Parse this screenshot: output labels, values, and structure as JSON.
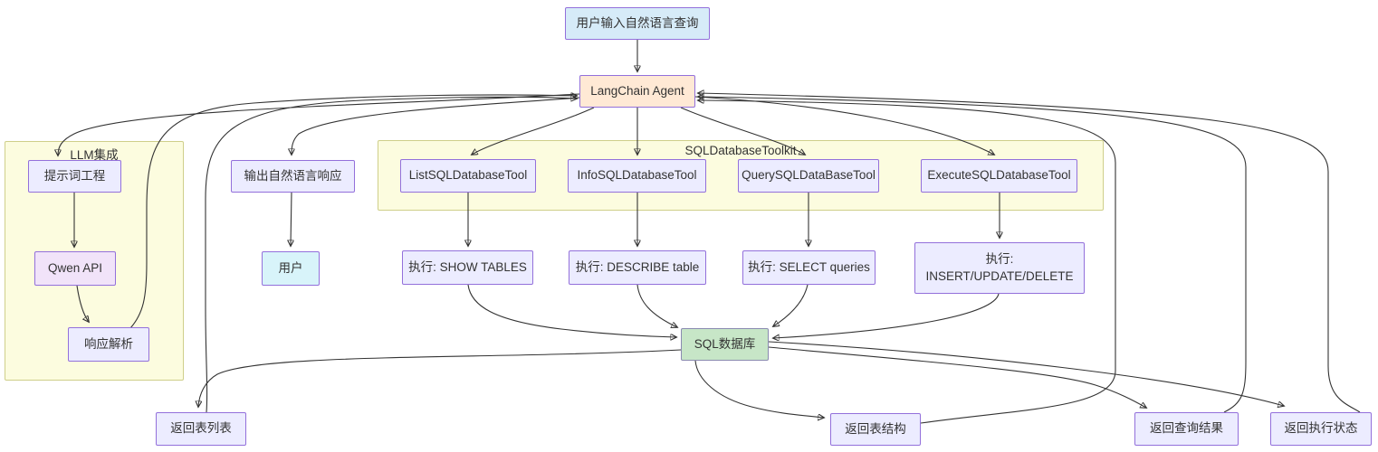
{
  "diagram": {
    "type": "flowchart",
    "description": "LangChain SQL Agent architecture flowchart",
    "colors": {
      "node_fill": "#ECECFF",
      "node_border": "#9370DB",
      "cluster_fill": "#FCFCDF",
      "cluster_border": "#CFCF8A",
      "input_fill": "#D6EBF8",
      "user_fill": "#D8F4FA",
      "agent_fill": "#FFE9D5",
      "qwen_fill": "#F1E3F9",
      "database_fill": "#C7E6C7",
      "edge_color": "#333333",
      "text_color": "#333333",
      "background": "#FFFFFF"
    },
    "containers": {
      "llm": {
        "label": "LLM集成"
      },
      "toolkit": {
        "label": "SQLDatabaseToolkit"
      }
    },
    "nodes": {
      "user_input": {
        "label": "用户输入自然语言查询"
      },
      "agent": {
        "label": "LangChain Agent"
      },
      "prompt": {
        "label": "提示词工程"
      },
      "qwen": {
        "label": "Qwen API"
      },
      "parse": {
        "label": "响应解析"
      },
      "output": {
        "label": "输出自然语言响应"
      },
      "user": {
        "label": "用户"
      },
      "list_tool": {
        "label": "ListSQLDatabaseTool"
      },
      "info_tool": {
        "label": "InfoSQLDatabaseTool"
      },
      "query_tool": {
        "label": "QuerySQLDataBaseTool"
      },
      "exec_tool": {
        "label": "ExecuteSQLDatabaseTool"
      },
      "show_tables": {
        "label": "执行: SHOW TABLES"
      },
      "describe": {
        "label": "执行: DESCRIBE table"
      },
      "select": {
        "label": "执行: SELECT queries"
      },
      "insert": {
        "line1": "执行:",
        "line2": "INSERT/UPDATE/DELETE"
      },
      "sqldb": {
        "label": "SQL数据库"
      },
      "ret_list": {
        "label": "返回表列表"
      },
      "ret_struct": {
        "label": "返回表结构"
      },
      "ret_query": {
        "label": "返回查询结果"
      },
      "ret_status": {
        "label": "返回执行状态"
      }
    },
    "edges": [
      {
        "from": "user_input",
        "to": "agent"
      },
      {
        "from": "agent",
        "to": "prompt"
      },
      {
        "from": "prompt",
        "to": "qwen"
      },
      {
        "from": "qwen",
        "to": "parse"
      },
      {
        "from": "parse",
        "to": "agent"
      },
      {
        "from": "agent",
        "to": "output"
      },
      {
        "from": "output",
        "to": "user"
      },
      {
        "from": "agent",
        "to": "list_tool"
      },
      {
        "from": "agent",
        "to": "info_tool"
      },
      {
        "from": "agent",
        "to": "query_tool"
      },
      {
        "from": "agent",
        "to": "exec_tool"
      },
      {
        "from": "list_tool",
        "to": "show_tables"
      },
      {
        "from": "info_tool",
        "to": "describe"
      },
      {
        "from": "query_tool",
        "to": "select"
      },
      {
        "from": "exec_tool",
        "to": "insert"
      },
      {
        "from": "show_tables",
        "to": "sqldb"
      },
      {
        "from": "describe",
        "to": "sqldb"
      },
      {
        "from": "select",
        "to": "sqldb"
      },
      {
        "from": "insert",
        "to": "sqldb"
      },
      {
        "from": "sqldb",
        "to": "ret_list"
      },
      {
        "from": "sqldb",
        "to": "ret_struct"
      },
      {
        "from": "sqldb",
        "to": "ret_query"
      },
      {
        "from": "sqldb",
        "to": "ret_status"
      },
      {
        "from": "ret_list",
        "to": "agent"
      },
      {
        "from": "ret_struct",
        "to": "agent"
      },
      {
        "from": "ret_query",
        "to": "agent"
      },
      {
        "from": "ret_status",
        "to": "agent"
      }
    ]
  }
}
